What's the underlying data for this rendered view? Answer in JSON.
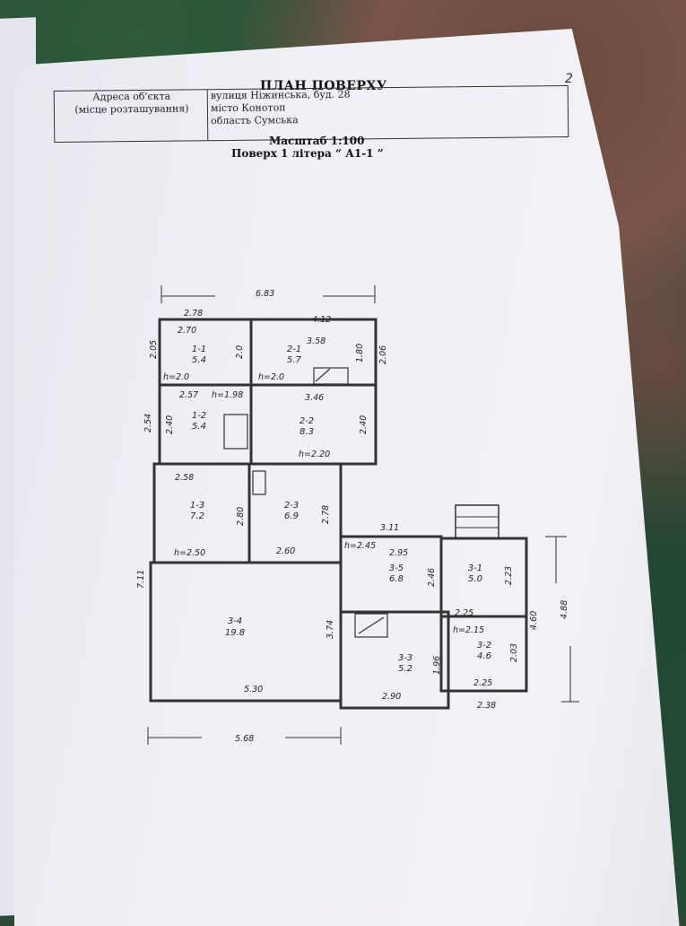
{
  "header": {
    "page_number": "2",
    "title": "ПЛАН ПОВЕРХУ",
    "address_label_line1": "Адреса об'єкта",
    "address_label_line2": "(місце розташування)",
    "address_line1": "вулиця  Ніжинська, буд. 28",
    "address_line2": "місто  Конотоп",
    "address_line3": "область Сумська"
  },
  "subtitle": {
    "scale": "Масштаб 1:100",
    "floor": "Поверх 1   літера  “ А1-1 ”"
  },
  "plan": {
    "rooms": [
      {
        "id": "1-1",
        "area": "5.4"
      },
      {
        "id": "2-1",
        "area": "5.7"
      },
      {
        "id": "1-2",
        "area": "5.4"
      },
      {
        "id": "2-2",
        "area": "8.3"
      },
      {
        "id": "1-3",
        "area": "7.2"
      },
      {
        "id": "2-3",
        "area": "6.9"
      },
      {
        "id": "3-4",
        "area": "19.8"
      },
      {
        "id": "3-5",
        "area": "6.8"
      },
      {
        "id": "3-3",
        "area": "5.2"
      },
      {
        "id": "3-1",
        "area": "5.0"
      },
      {
        "id": "3-2",
        "area": "4.6"
      }
    ],
    "dimensions": {
      "top_overall": "6.83",
      "d_278": "2.78",
      "d_270": "2.70",
      "d_412": "4.12",
      "d_358": "3.58",
      "d_205": "2.05",
      "d_20a": "2.0",
      "d_180": "1.80",
      "d_206": "2.06",
      "h20a": "h=2.0",
      "h20b": "h=2.0",
      "d_257": "2.57",
      "h198": "h=1.98",
      "d_346": "3.46",
      "d_254": "2.54",
      "d_240a": "2.40",
      "d_240b": "2.40",
      "h220": "h=2.20",
      "d_258": "2.58",
      "d_280": "2.80",
      "d_278b": "2.78",
      "d_711": "7.11",
      "h250": "h=2.50",
      "d_260": "2.60",
      "d_311": "3.11",
      "h245": "h=2.45",
      "d_295": "2.95",
      "d_246": "2.46",
      "d_223": "2.23",
      "d_225a": "2.25",
      "h215": "h=2.15",
      "d_374": "3.74",
      "d_196": "1.96",
      "d_203": "2.03",
      "d_225b": "2.25",
      "d_460": "4.60",
      "d_488": "4.88",
      "d_530": "5.30",
      "d_290": "2.90",
      "d_238": "2.38",
      "d_568": "5.68"
    }
  }
}
